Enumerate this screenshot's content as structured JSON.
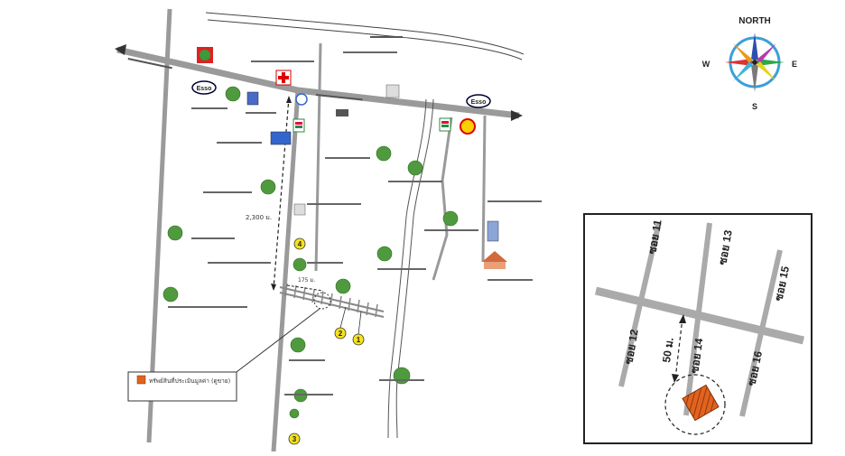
{
  "compass": {
    "north": "NORTH",
    "south": "S",
    "east": "E",
    "west": "W"
  },
  "main_map": {
    "distance_2300": "2,300 ม.",
    "distance_175": "175 ม.",
    "esso": "Esso",
    "markers": [
      "4",
      "2",
      "1",
      "3"
    ],
    "legend_box": "ทรัพย์สินที่ประเมินมูลค่า (ดูขาย)"
  },
  "inset": {
    "sois": [
      "ซอย 11",
      "ซอย 13",
      "ซอย 15",
      "ซอย 12",
      "ซอย 14",
      "ซอย 16"
    ],
    "distance": "50 ม."
  }
}
